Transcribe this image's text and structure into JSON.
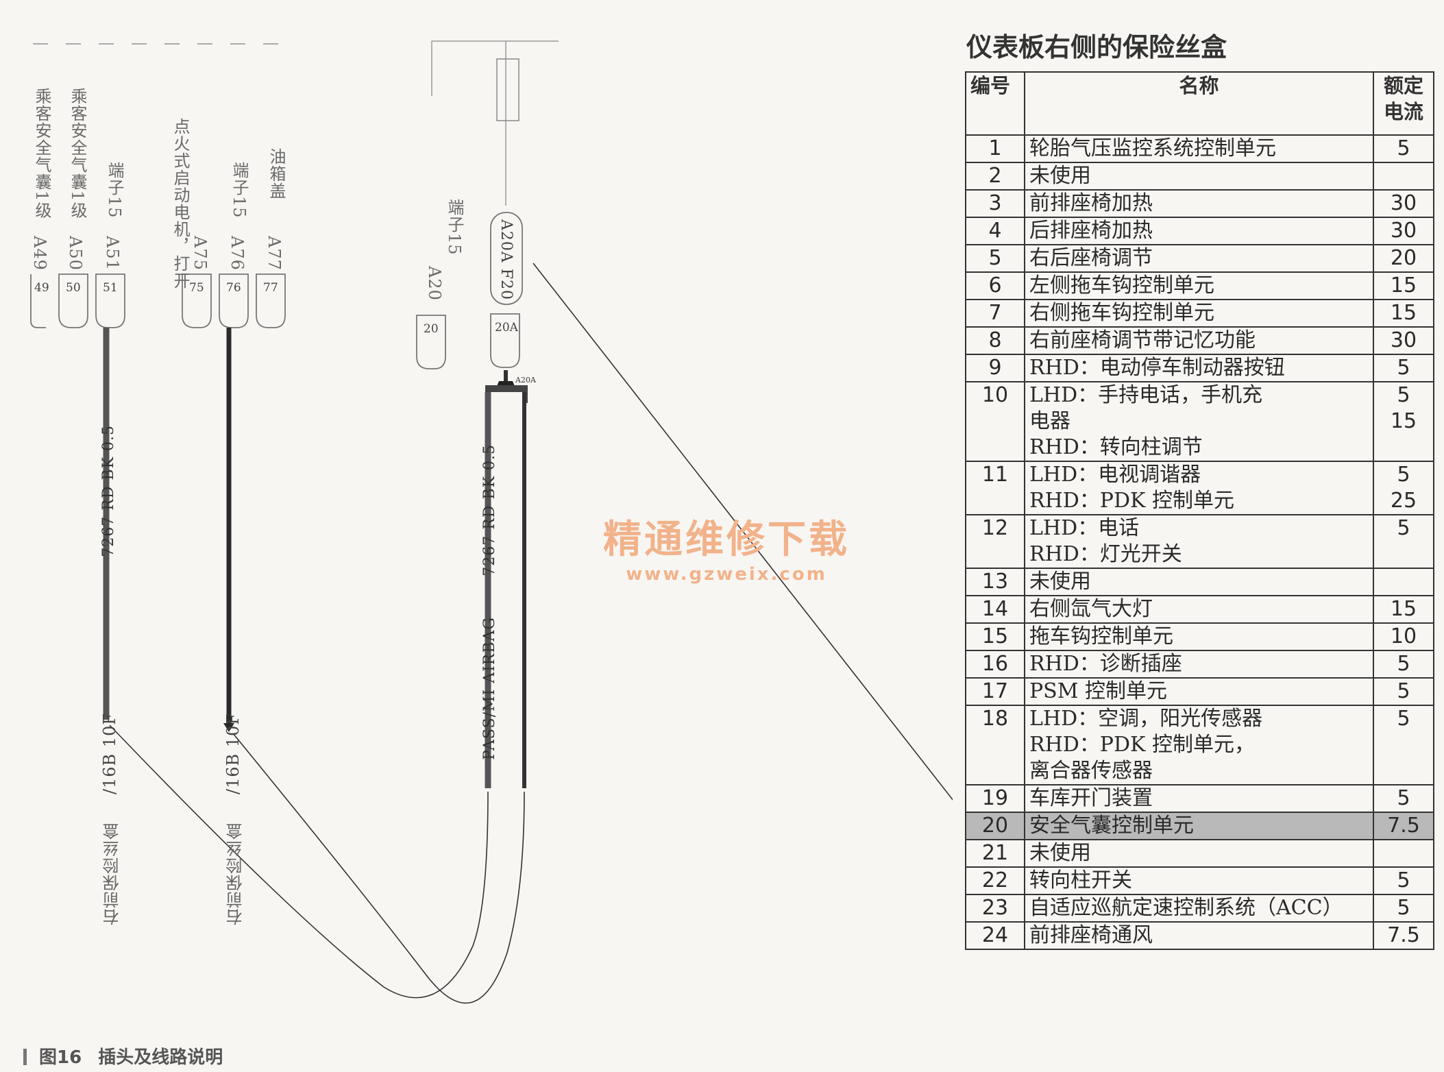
{
  "diagram": {
    "top_labels": [
      {
        "code": "A49",
        "desc": "乘客安全气囊1级",
        "pin": "49"
      },
      {
        "code": "A50",
        "desc": "乘客安全气囊1级",
        "pin": "50"
      },
      {
        "code": "A51",
        "desc": "端子15",
        "pin": "51"
      },
      {
        "code": "A75",
        "desc": "点火式启动电机，打开",
        "pin": "75"
      },
      {
        "code": "A76",
        "desc": "端子15",
        "pin": "76"
      },
      {
        "code": "A77",
        "desc": "油箱盖",
        "pin": "77"
      }
    ],
    "fuse_terminal": "端子15",
    "fuse_a20": "A20",
    "fuse_a20_pin": "20",
    "fuse_f20": "A20A F20",
    "fuse_20a": "20A",
    "fuse_20a_small": "A20A",
    "wire_left_label": "7267 RD BK 0.5",
    "wire_right_label": "7267 RD BK 0.5",
    "wire_airbag_label": "PASS/MI AIRBAG",
    "connector_1": "/16B 10F",
    "connector_2": "/16B 10F",
    "box_label_1": "右前保险丝盒",
    "box_label_2": "右前保险丝盒"
  },
  "fuse_box": {
    "title": "仪表板右侧的保险丝盒",
    "headers": {
      "no": "编号",
      "name": "名称",
      "current_l1": "额定",
      "current_l2": "电流"
    },
    "rows": [
      {
        "no": "1",
        "name": [
          "轮胎气压监控系统控制单元"
        ],
        "amp": [
          "5"
        ]
      },
      {
        "no": "2",
        "name": [
          "未使用"
        ],
        "amp": [
          ""
        ]
      },
      {
        "no": "3",
        "name": [
          "前排座椅加热"
        ],
        "amp": [
          "30"
        ]
      },
      {
        "no": "4",
        "name": [
          "后排座椅加热"
        ],
        "amp": [
          "30"
        ]
      },
      {
        "no": "5",
        "name": [
          "右后座椅调节"
        ],
        "amp": [
          "20"
        ]
      },
      {
        "no": "6",
        "name": [
          "左侧拖车钩控制单元"
        ],
        "amp": [
          "15"
        ]
      },
      {
        "no": "7",
        "name": [
          "右侧拖车钩控制单元"
        ],
        "amp": [
          "15"
        ]
      },
      {
        "no": "8",
        "name": [
          "右前座椅调节带记忆功能"
        ],
        "amp": [
          "30"
        ]
      },
      {
        "no": "9",
        "name": [
          "RHD：电动停车制动器按钮"
        ],
        "amp": [
          "5"
        ]
      },
      {
        "no": "10",
        "name": [
          "LHD：手持电话，手机充",
          "电器",
          "RHD：转向柱调节"
        ],
        "amp": [
          "5",
          "15"
        ]
      },
      {
        "no": "11",
        "name": [
          "LHD：电视调谐器",
          "RHD：PDK 控制单元"
        ],
        "amp": [
          "5",
          "25"
        ]
      },
      {
        "no": "12",
        "name": [
          "LHD：电话",
          "RHD：灯光开关"
        ],
        "amp": [
          "5"
        ]
      },
      {
        "no": "13",
        "name": [
          "未使用"
        ],
        "amp": [
          ""
        ]
      },
      {
        "no": "14",
        "name": [
          "右侧氙气大灯"
        ],
        "amp": [
          "15"
        ]
      },
      {
        "no": "15",
        "name": [
          "拖车钩控制单元"
        ],
        "amp": [
          "10"
        ]
      },
      {
        "no": "16",
        "name": [
          "RHD：诊断插座"
        ],
        "amp": [
          "5"
        ]
      },
      {
        "no": "17",
        "name": [
          "PSM 控制单元"
        ],
        "amp": [
          "5"
        ]
      },
      {
        "no": "18",
        "name": [
          "LHD：空调，阳光传感器",
          "RHD：PDK 控制单元，",
          "离合器传感器"
        ],
        "amp": [
          "5"
        ]
      },
      {
        "no": "19",
        "name": [
          "车库开门装置"
        ],
        "amp": [
          "5"
        ]
      },
      {
        "no": "20",
        "name": [
          "安全气囊控制单元"
        ],
        "amp": [
          "7.5"
        ],
        "highlight": true
      },
      {
        "no": "21",
        "name": [
          "未使用"
        ],
        "amp": [
          ""
        ]
      },
      {
        "no": "22",
        "name": [
          "转向柱开关"
        ],
        "amp": [
          "5"
        ]
      },
      {
        "no": "23",
        "name": [
          "自适应巡航定速控制系统（ACC）"
        ],
        "amp": [
          "5"
        ]
      },
      {
        "no": "24",
        "name": [
          "前排座椅通风"
        ],
        "amp": [
          "7.5"
        ]
      }
    ]
  },
  "watermark": {
    "line1": "精通维修下载",
    "line2": "www.gzweix.com"
  },
  "caption": {
    "number": "图16",
    "text": "插头及线路说明"
  }
}
